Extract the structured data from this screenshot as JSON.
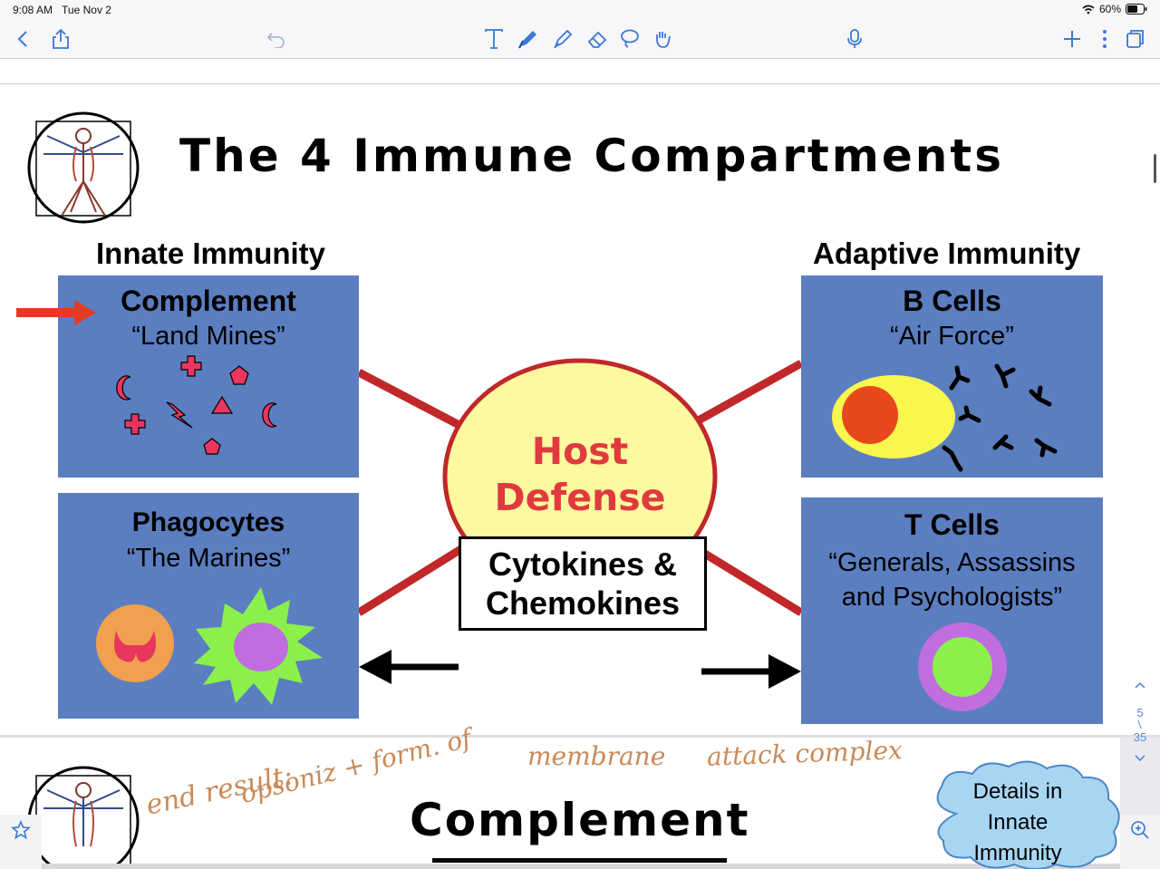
{
  "status": {
    "time": "9:08 AM",
    "date": "Tue Nov 2",
    "battery": "60%"
  },
  "toolbar": {
    "left_icons": [
      "back-icon",
      "share-icon",
      "undo-icon"
    ],
    "center_icons": [
      "text-tool-icon",
      "pen-icon",
      "highlighter-icon",
      "eraser-icon",
      "lasso-icon",
      "gesture-icon"
    ],
    "mic_icon": "microphone-icon",
    "right_icons": [
      "add-icon",
      "more-icon",
      "pages-icon"
    ]
  },
  "slide": {
    "title": "The 4 Immune Compartments",
    "innate_heading": "Innate Immunity",
    "adaptive_heading": "Adaptive Immunity",
    "complement": {
      "title": "Complement",
      "subtitle": "“Land Mines”"
    },
    "phagocytes": {
      "title": "Phagocytes",
      "subtitle": "“The Marines”"
    },
    "b_cells": {
      "title": "B Cells",
      "subtitle": "“Air Force”"
    },
    "t_cells": {
      "title": "T Cells",
      "subtitle_line1": "“Generals, Assassins",
      "subtitle_line2": "and Psychologists”"
    },
    "hub": {
      "line1": "Host",
      "line2": "Defense"
    },
    "cytokines": {
      "line1": "Cytokines &",
      "line2": "Chemokines"
    },
    "colors": {
      "box": "#5b7ec0",
      "hub_fill": "#fcf9a0",
      "hub_text": "#e03a3e",
      "spoke": "#c0282a",
      "arrow": "#e43a25"
    }
  },
  "page_indicator": {
    "current": "5",
    "separator": "/",
    "total": "35"
  },
  "slide2": {
    "title": "Complement",
    "cloud": {
      "line1": "Details in",
      "line2": "Innate",
      "line3": "Immunity"
    },
    "handwriting": {
      "end_result": "end result:",
      "opsoniz": "opsoniz + form. of",
      "membrane": "membrane",
      "attack": "attack complex"
    }
  }
}
